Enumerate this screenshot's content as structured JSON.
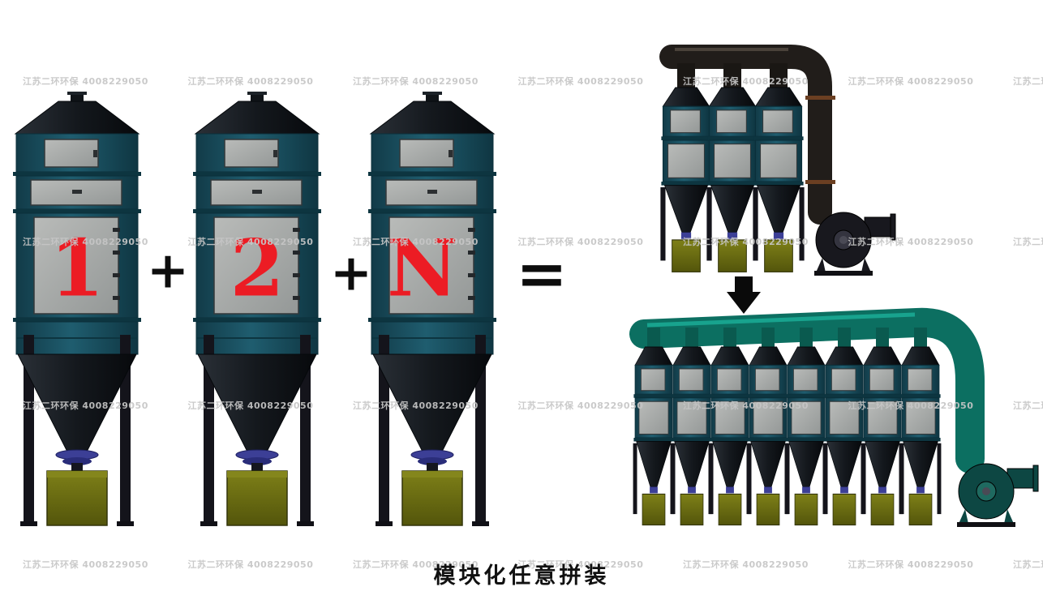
{
  "illustration": {
    "caption": "模块化任意拼装",
    "watermark": {
      "company": "江苏二环环保",
      "phone": "4008229050",
      "color": "#c6c6c6"
    },
    "formula": {
      "unit1_label": "1",
      "unit2_label": "2",
      "unitN_label": "N",
      "plus1": "+",
      "plus2": "+",
      "equals": "=",
      "label_color": "#ec1c24"
    },
    "assemblies": {
      "top": {
        "module_count": 3
      },
      "bottom": {
        "module_count": 8
      }
    },
    "palette": {
      "body_teal": "#1f5d6f",
      "hopper_dark": "#14181d",
      "bin_olive": "#6f7112",
      "duct_dark": "#211d1a",
      "duct_teal": "#0c6f61"
    }
  }
}
